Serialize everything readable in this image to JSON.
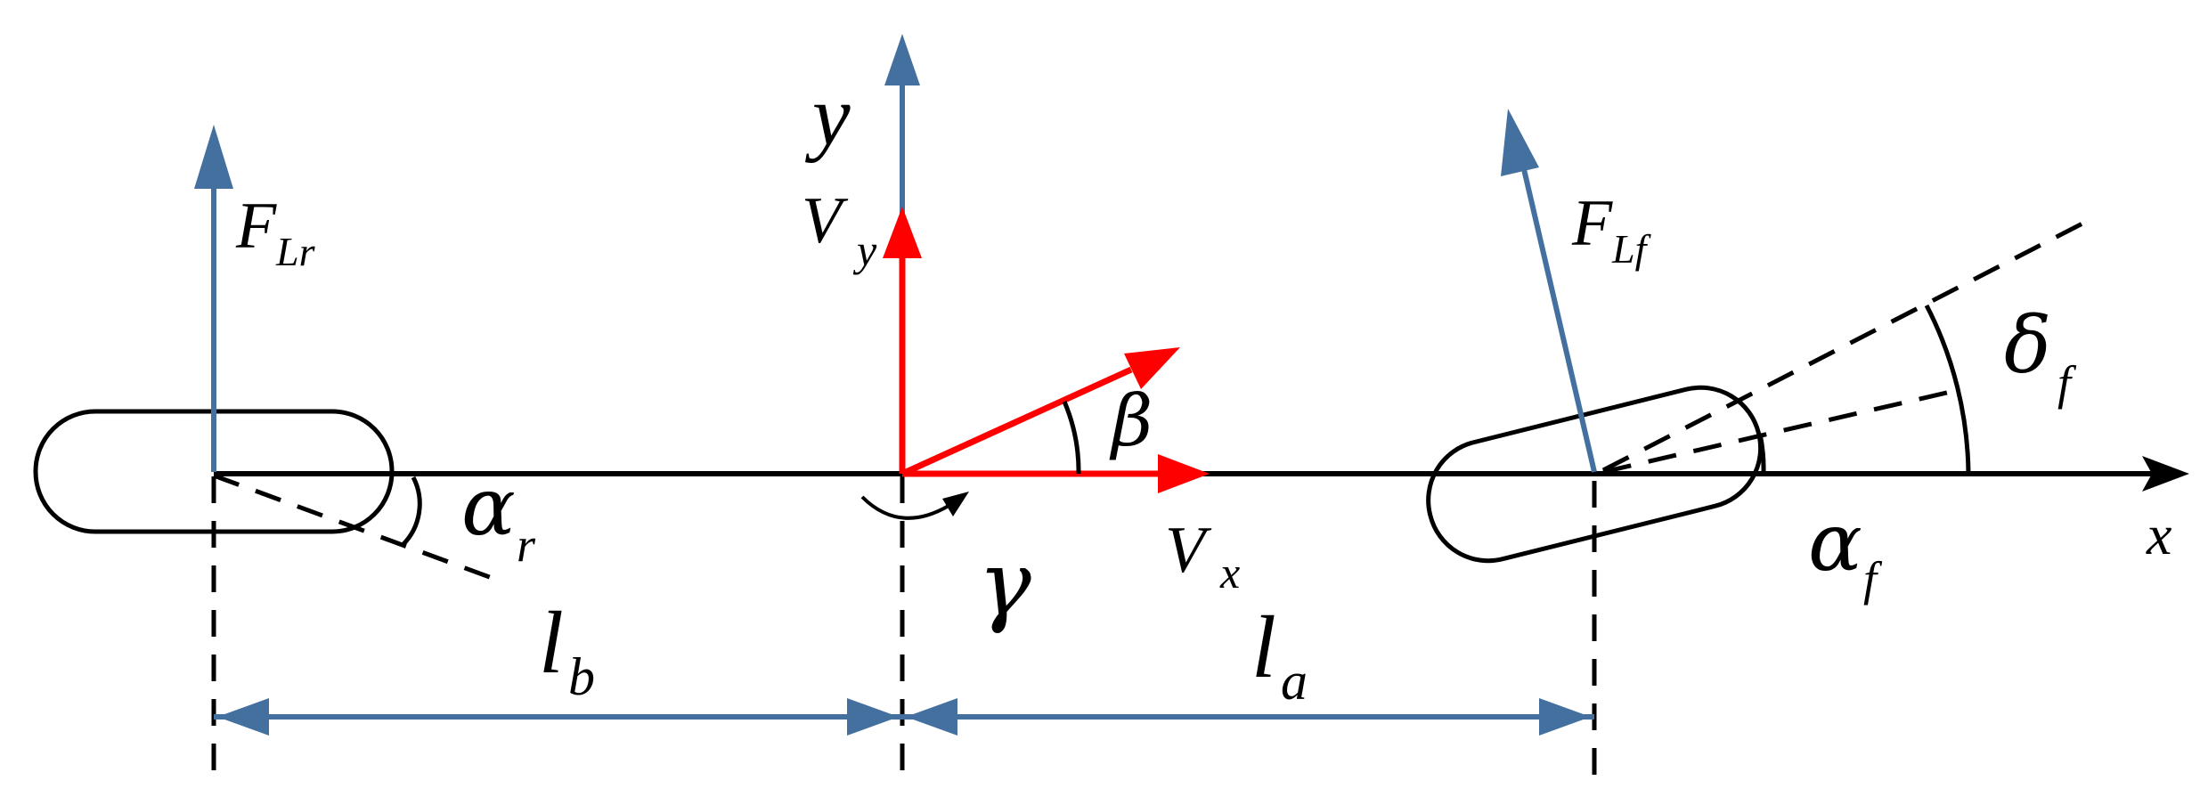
{
  "colors": {
    "blue": "#44709f",
    "red": "#ff0000",
    "black": "#000000"
  },
  "labels": {
    "y_axis": "y",
    "x_axis": "x",
    "force_rear_main": "F",
    "force_rear_sub": "Lr",
    "force_front_main": "F",
    "force_front_sub": "Lf",
    "vel_y_main": "V",
    "vel_y_sub": "y",
    "vel_x_main": "V",
    "vel_x_sub": "x",
    "beta": "β",
    "gamma": "γ",
    "delta_main": "δ",
    "delta_sub": "f",
    "alpha_rear_main": "α",
    "alpha_rear_sub": "r",
    "alpha_front_main": "α",
    "alpha_front_sub": "f",
    "lb_main": "l",
    "lb_sub": "b",
    "la_main": "l",
    "la_sub": "a"
  }
}
